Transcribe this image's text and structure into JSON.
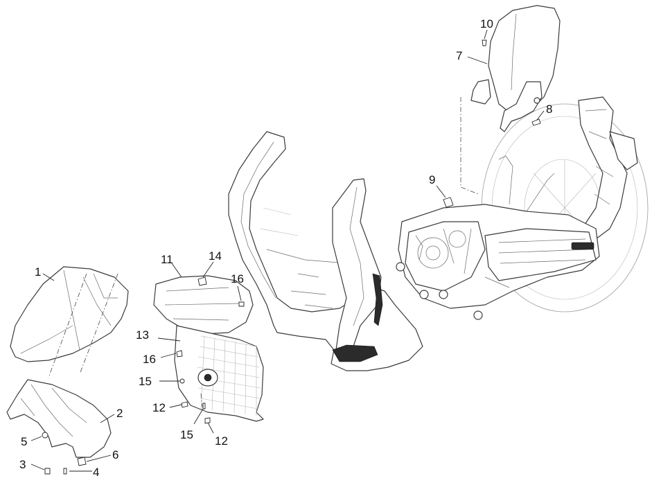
{
  "callouts": [
    {
      "id": "c1",
      "label": "1"
    },
    {
      "id": "c2",
      "label": "2"
    },
    {
      "id": "c3",
      "label": "3"
    },
    {
      "id": "c4",
      "label": "4"
    },
    {
      "id": "c5",
      "label": "5"
    },
    {
      "id": "c6",
      "label": "6"
    },
    {
      "id": "c7",
      "label": "7"
    },
    {
      "id": "c8",
      "label": "8"
    },
    {
      "id": "c9",
      "label": "9"
    },
    {
      "id": "c10",
      "label": "10"
    },
    {
      "id": "c11",
      "label": "11"
    },
    {
      "id": "c12a",
      "label": "12"
    },
    {
      "id": "c12b",
      "label": "12"
    },
    {
      "id": "c13",
      "label": "13"
    },
    {
      "id": "c14",
      "label": "14"
    },
    {
      "id": "c15a",
      "label": "15"
    },
    {
      "id": "c15b",
      "label": "15"
    },
    {
      "id": "c16a",
      "label": "16"
    },
    {
      "id": "c16b",
      "label": "16"
    }
  ]
}
